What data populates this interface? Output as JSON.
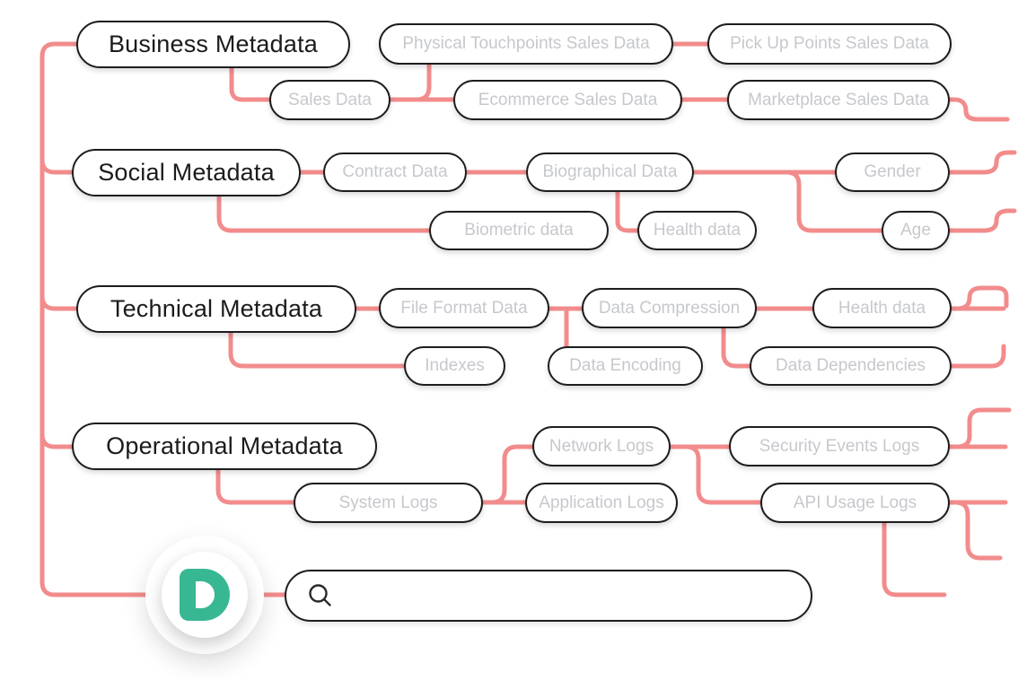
{
  "diagram": {
    "business": {
      "label": "Business Metadata",
      "children": {
        "sales_data": "Sales Data",
        "physical_touchpoints": "Physical Touchpoints Sales Data",
        "pickup_points": "Pick Up Points Sales Data",
        "ecommerce": "Ecommerce Sales Data",
        "marketplace": "Marketplace Sales Data"
      }
    },
    "social": {
      "label": "Social Metadata",
      "children": {
        "contract": "Contract Data",
        "biographical": "Biographical Data",
        "gender": "Gender",
        "biometric": "Biometric data",
        "health": "Health data",
        "age": "Age"
      }
    },
    "technical": {
      "label": "Technical Metadata",
      "children": {
        "file_format": "File Format Data",
        "data_compression": "Data Compression",
        "health_data": "Health data",
        "indexes": "Indexes",
        "data_encoding": "Data Encoding",
        "data_dependencies": "Data Dependencies"
      }
    },
    "operational": {
      "label": "Operational Metadata",
      "children": {
        "system_logs": "System Logs",
        "network_logs": "Network Logs",
        "application_logs": "Application Logs",
        "security_events": "Security Events Logs",
        "api_usage": "API Usage Logs"
      }
    }
  },
  "search": {
    "value": "",
    "placeholder": ""
  },
  "icons": {
    "search": "magnifier",
    "logo": "teal-d-half-circle-mark"
  },
  "colors": {
    "connector": "#F28C8C",
    "node_border": "#1D1D20",
    "category_text": "#1B1B1D",
    "child_text": "#C6C8CC",
    "brand_teal": "#38B793",
    "background": "#FFFFFF"
  }
}
